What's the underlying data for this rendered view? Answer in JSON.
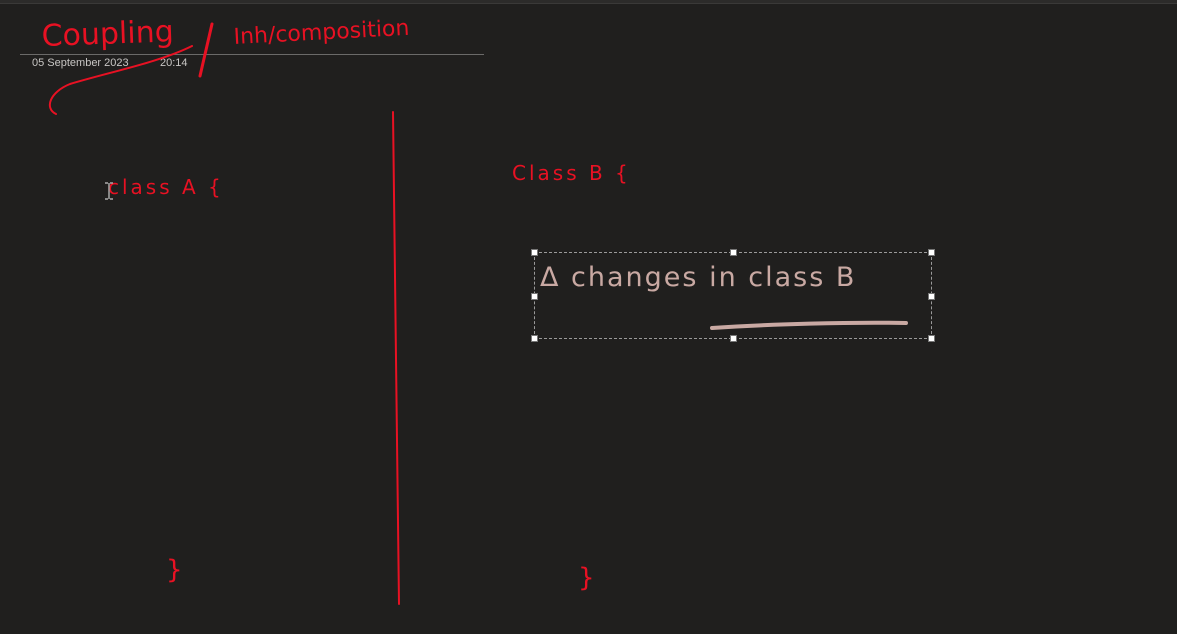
{
  "page": {
    "date": "05 September 2023",
    "time": "20:14"
  },
  "ink": {
    "title_left": "Coupling",
    "title_right": "Inh/composition",
    "class_a": "class A {",
    "class_b": "Class B {",
    "close_a": "}",
    "close_b": "}",
    "selected_note": "Δ changes in class B"
  },
  "colors": {
    "background": "#201f1e",
    "ink_red": "#e81123",
    "selected_ink": "#c9a9a3"
  }
}
